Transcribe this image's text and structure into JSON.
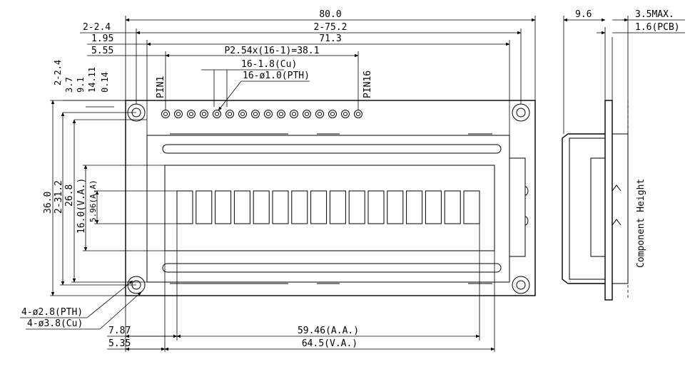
{
  "front_view": {
    "top_dims": {
      "overall": "80.0",
      "hole_pitch": "2-75.2",
      "window_span": "71.3",
      "pin_span": "P2.54x(16-1)=38.1",
      "left_hole": "2-2.4",
      "left_frame": "1.95",
      "left_window": "5.55"
    },
    "pin_labels": {
      "first": "PIN1",
      "last": "PIN16"
    },
    "pad_callouts": {
      "copper": "16-1.8(Cu)",
      "pth": "16-ø1.0(PTH)"
    },
    "left_top_dims": {
      "hole": "2-2.4",
      "d1": "3.7",
      "d2": "9.1",
      "d3": "14.11",
      "d4": "0.14"
    },
    "left_side_dims": {
      "height": "36.0",
      "hole_pitch": "2-31.2",
      "frame": "26.8",
      "view_area": "16.0(V.A.)",
      "active_area": "5.96(A.A)"
    },
    "hole_callouts": {
      "pth": "4-ø2.8(PTH)",
      "copper": "4-ø3.8(Cu)"
    },
    "bottom_dims": {
      "aa_offset": "7.87",
      "active_area": "59.46(A.A.)",
      "va_offset": "5.35",
      "view_area": "64.5(V.A.)"
    },
    "char_cells": 16
  },
  "side_view": {
    "depth": "9.6",
    "max_height": "3.5MAX.",
    "pcb": "1.6(PCB)",
    "component_height": "Component Height"
  }
}
